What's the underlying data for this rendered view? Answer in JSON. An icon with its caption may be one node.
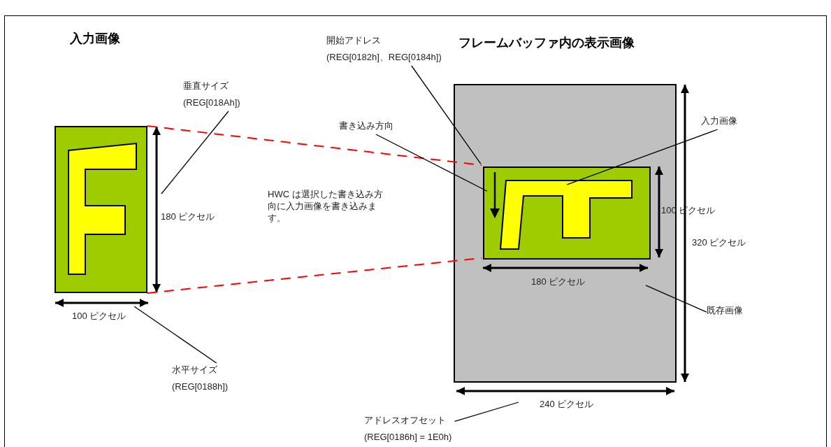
{
  "diagram": {
    "nodes": [
      {
        "text": [],
        "shape": "box"
      },
      {
        "text": [],
        "shape": "box"
      },
      {
        "text": [],
        "shape": "box",
        "in": 1
      },
      {
        "text": [
          "垂直サイズ",
          "(REG[018Ah])"
        ]
      },
      {
        "text": [
          "水平サイズ",
          "(REG[0188h])"
        ]
      },
      {
        "text": [
          "開始アドレス",
          "(REG[0182h]、REG[0184h])"
        ]
      },
      {
        "text": [
          "書き込み方向"
        ]
      },
      {
        "text": [
          "入力画像"
        ]
      },
      {
        "text": [
          "既存画像"
        ]
      },
      {
        "text": [
          "アドレスオフセット",
          "(REG[0186h] = 1E0h)"
        ]
      }
    ],
    "edges": [
      {
        "from": 0,
        "to": 2,
        "arrow": "none",
        "style": "dashed",
        "color": "#ff0000"
      },
      {
        "from": 0,
        "to": 2,
        "arrow": "none",
        "style": "dashed",
        "color": "#ff0000"
      },
      {
        "from": 3,
        "to": null,
        "arrow": "none"
      },
      {
        "from": 4,
        "to": null,
        "arrow": "none"
      },
      {
        "from": 5,
        "to": 2,
        "arrow": "none"
      },
      {
        "from": 6,
        "to": 2,
        "arrow": "none"
      },
      {
        "from": 7,
        "to": 2,
        "arrow": "none"
      },
      {
        "from": 8,
        "to": 1,
        "arrow": "none"
      },
      {
        "from": 9,
        "to": null,
        "arrow": "none"
      }
    ],
    "labels": [
      "入力画像",
      "フレームバッファ内の表示画像",
      "180 ピクセル",
      "100 ピクセル",
      "HWC は選択した書き込み方向に入力画像を書き込みます。",
      "100 ピクセル",
      "180 ピクセル",
      "320 ピクセル",
      "240 ピクセル"
    ]
  }
}
